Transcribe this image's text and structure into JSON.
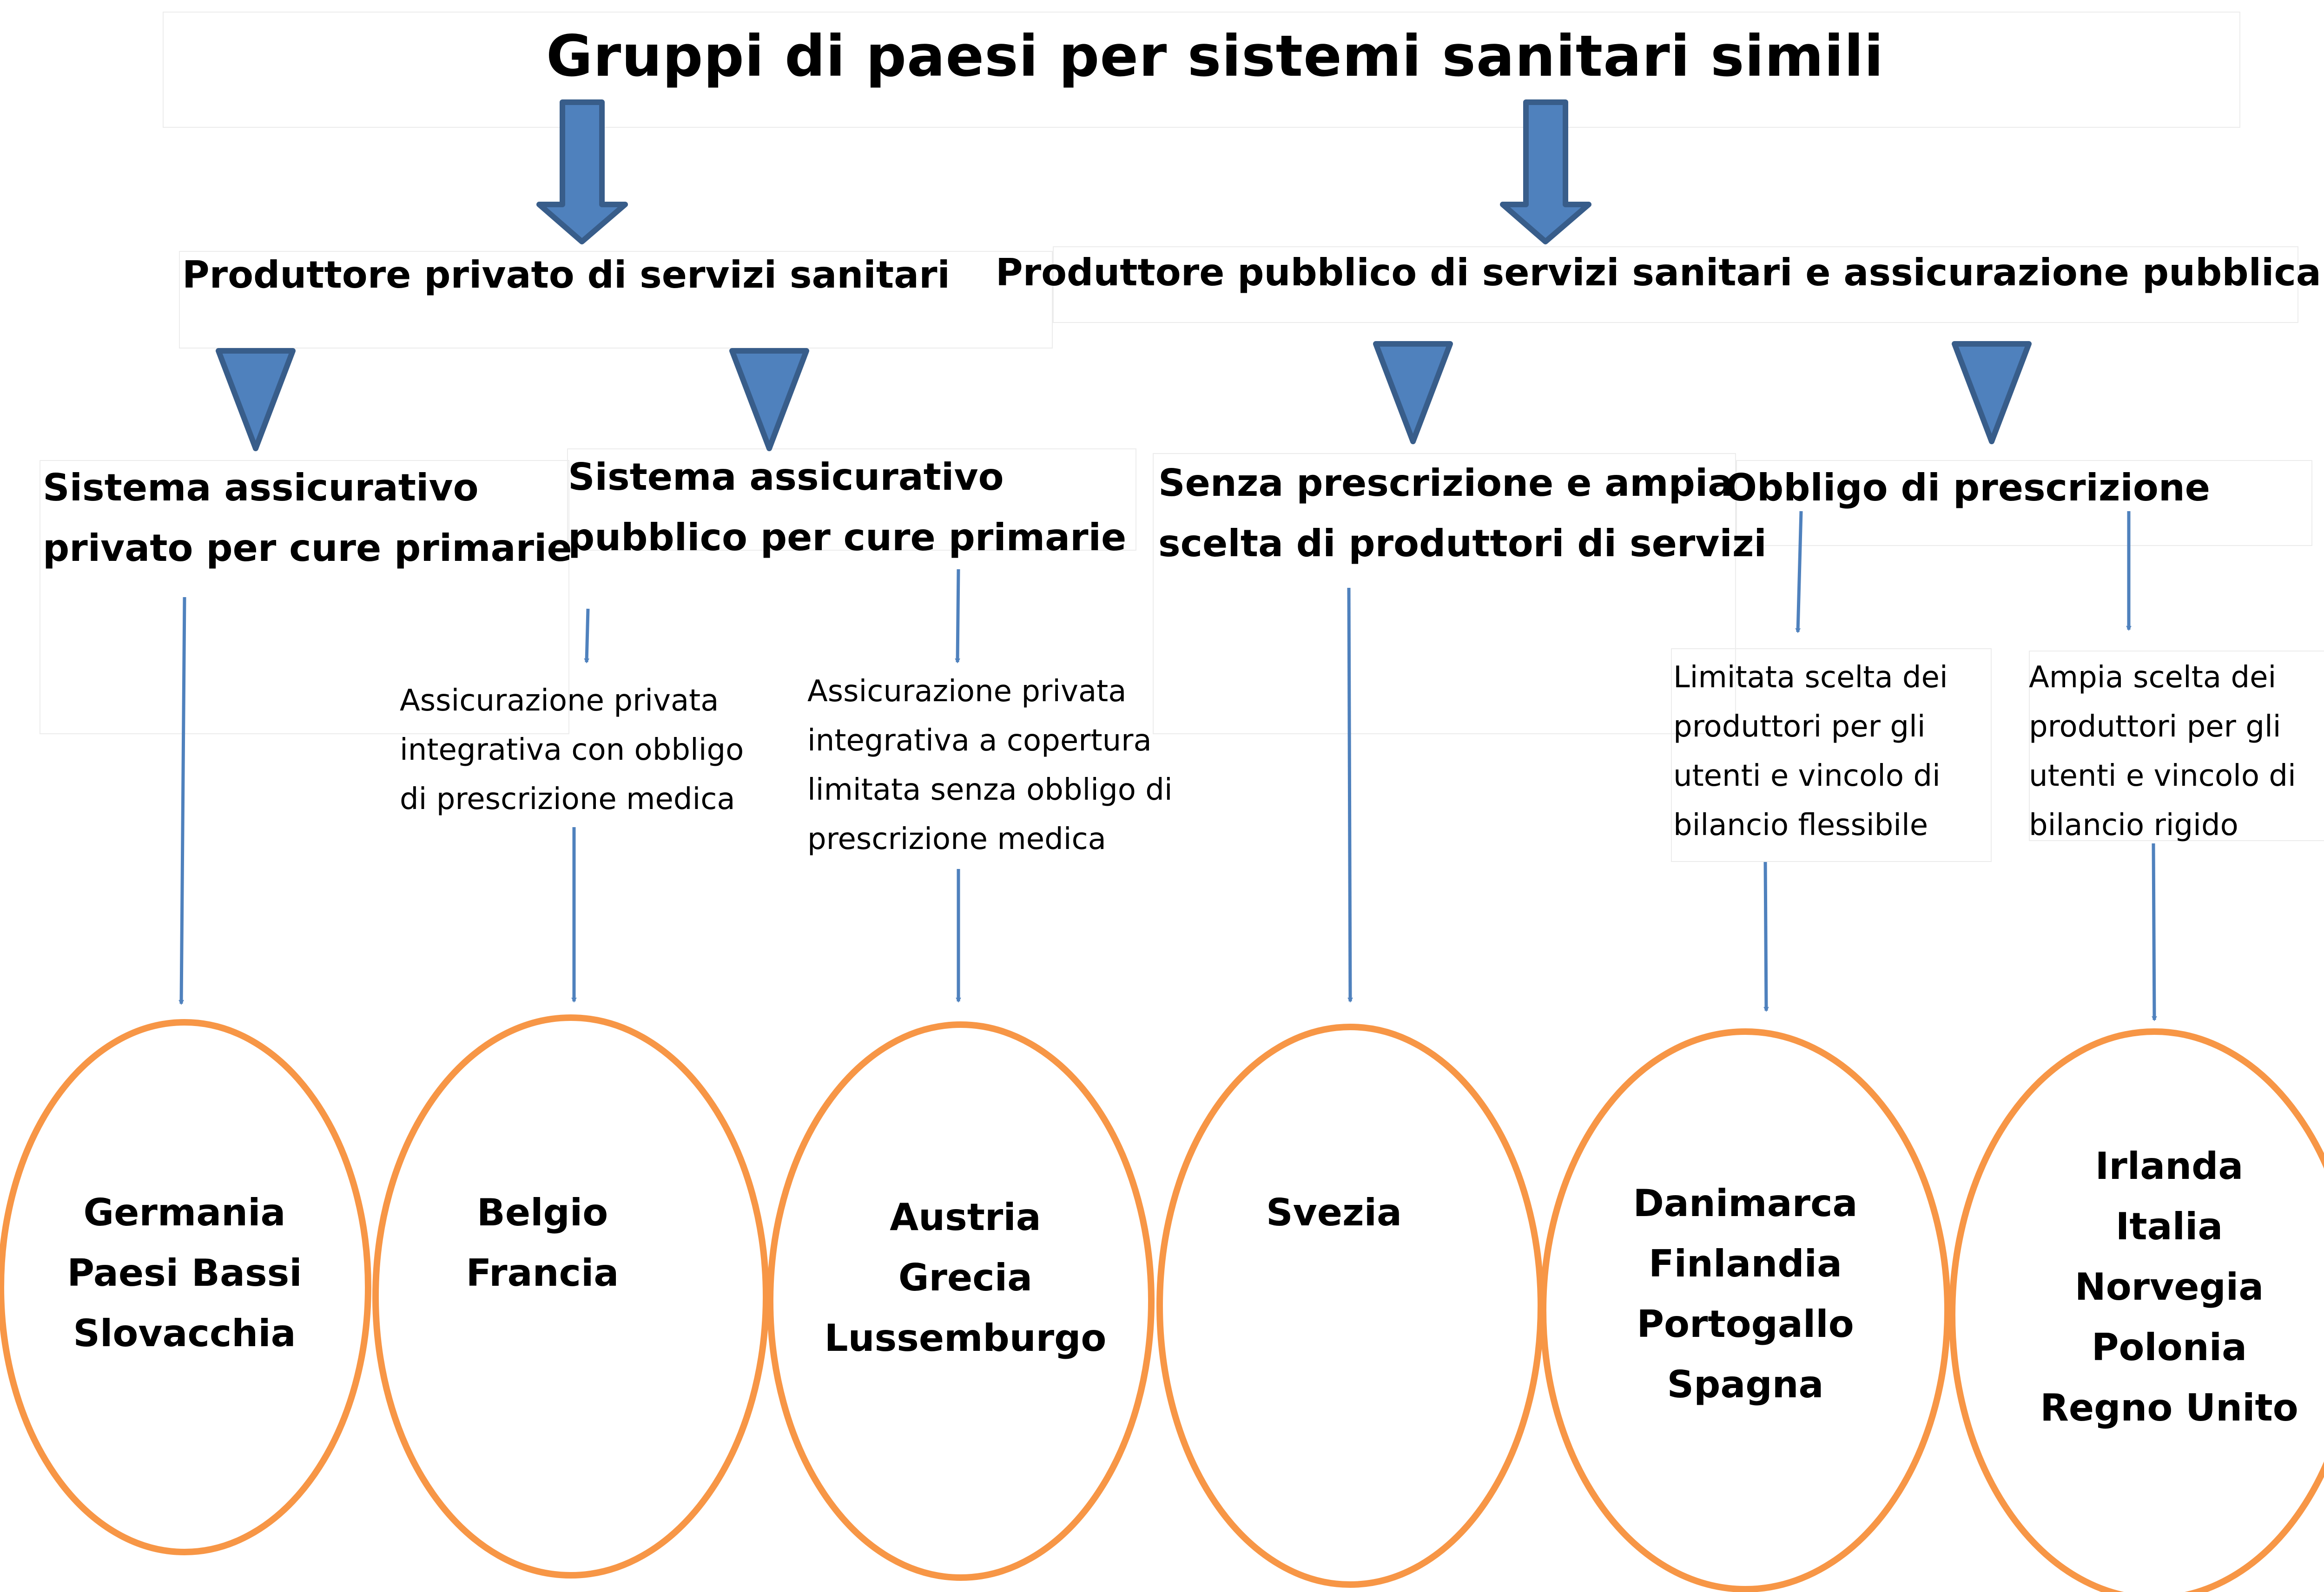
{
  "title": "Gruppi di paesi per sistemi sanitari simili",
  "level1": {
    "private_producer": "Produttore privato di servizi sanitari",
    "public_producer": "Produttore pubblico di servizi sanitari  e assicurazione pubblica"
  },
  "level2": {
    "private_insurance": [
      "Sistema assicurativo",
      "privato per cure primarie"
    ],
    "public_insurance": [
      "Sistema assicurativo",
      "pubblico per cure primarie"
    ],
    "no_prescription": [
      "Senza prescrizione e ampia",
      "scelta di produttori di servizi"
    ],
    "prescription_required": [
      "Obbligo di prescrizione"
    ]
  },
  "level3": {
    "supplementary_with_prescription": [
      "Assicurazione privata",
      "integrativa con obbligo",
      "di prescrizione medica"
    ],
    "supplementary_without_prescription": [
      "Assicurazione privata",
      "integrativa a copertura",
      "limitata senza obbligo di",
      "prescrizione medica"
    ],
    "limited_choice": [
      "Limitata scelta dei",
      "produttori per gli",
      "utenti e vincolo di",
      "bilancio flessibile"
    ],
    "wide_choice": [
      "Ampia scelta dei",
      "produttori per gli",
      "utenti e vincolo di",
      "bilancio rigido"
    ]
  },
  "groups": [
    [
      "Germania",
      "Paesi Bassi",
      "Slovacchia"
    ],
    [
      "Belgio",
      "Francia"
    ],
    [
      "Austria",
      "Grecia",
      "Lussemburgo"
    ],
    [
      "Svezia"
    ],
    [
      "Danimarca",
      "Finlandia",
      "Portogallo",
      "Spagna"
    ],
    [
      "Irlanda",
      "Italia",
      "Norvegia",
      "Polonia",
      "Regno Unito"
    ]
  ],
  "colors": {
    "arrow_fill": "#4f81bd",
    "arrow_stroke": "#385d8a",
    "oval_stroke": "#f79646"
  }
}
